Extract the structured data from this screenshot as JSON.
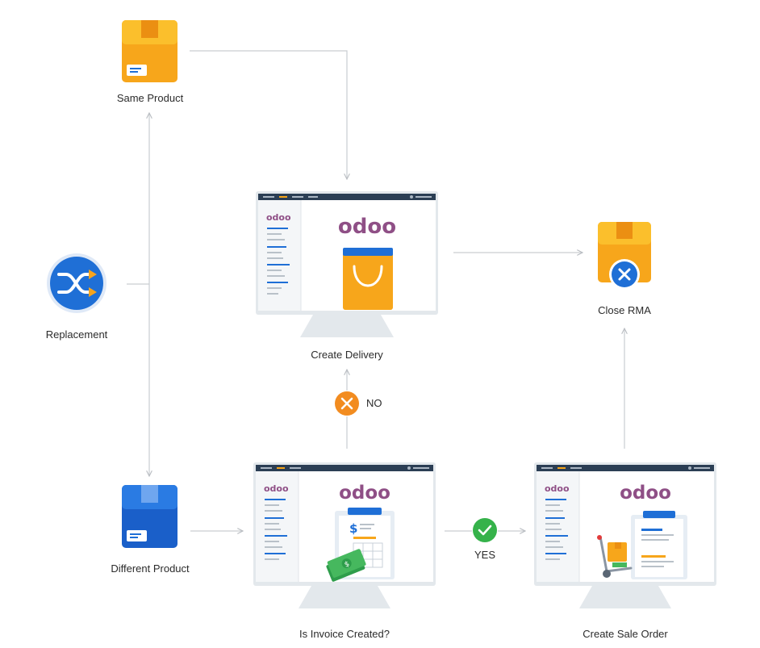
{
  "brand": {
    "text": "odoo",
    "color": "#8f4f86"
  },
  "colors": {
    "connector": "#c9cdd1",
    "box_yellow": "#fbb820",
    "box_blue": "#1f6fd6",
    "accent_blue": "#1f6fd6",
    "no_orange": "#f28c20",
    "yes_green": "#35b24a",
    "monitor_frame": "#e3e8ec",
    "monitor_topbar": "#2b3e54"
  },
  "nodes": {
    "replacement": {
      "label": "Replacement",
      "icon": "shuffle-icon"
    },
    "same_product": {
      "label": "Same Product",
      "icon": "box-icon"
    },
    "different_product": {
      "label": "Different Product",
      "icon": "box-icon"
    },
    "create_delivery": {
      "label": "Create Delivery",
      "icon": "shopping-bag-icon"
    },
    "is_invoice_created": {
      "label": "Is Invoice Created?",
      "icon": "invoice-icon"
    },
    "create_sale_order": {
      "label": "Create Sale Order",
      "icon": "clipboard-cart-icon"
    },
    "close_rma": {
      "label": "Close RMA",
      "icon": "box-close-icon"
    }
  },
  "decisions": {
    "no": {
      "label": "NO",
      "icon": "cross-icon"
    },
    "yes": {
      "label": "YES",
      "icon": "check-icon"
    }
  }
}
